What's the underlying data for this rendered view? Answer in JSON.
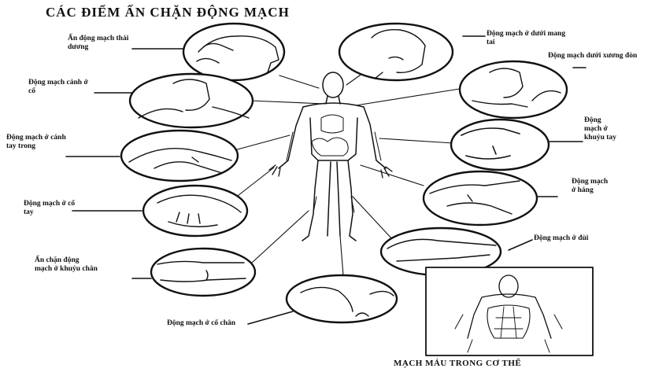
{
  "title": "CÁC ĐIỂM ẤN CHẶN ĐỘNG MẠCH",
  "caption": "MẠCH MÁU TRONG CƠ THỂ",
  "labels": {
    "temple": "Ấn động mạch thái dương",
    "under_ear": "Động mạch ở dưới mang tai",
    "collarbone": "Động mạch dưới xương đòn",
    "neck": "Động mạch cảnh ở cổ",
    "elbow": "Động mạch ở khuỷu tay",
    "inner_arm": "Động mạch ở cánh tay trong",
    "groin": "Động mạch ở háng",
    "wrist": "Động mạch ở cổ tay",
    "thigh": "Động mạch ở đùi",
    "knee": "Ấn chặn động mạch ở khuỷu chân",
    "ankle": "Động mạch ở cổ chân"
  }
}
